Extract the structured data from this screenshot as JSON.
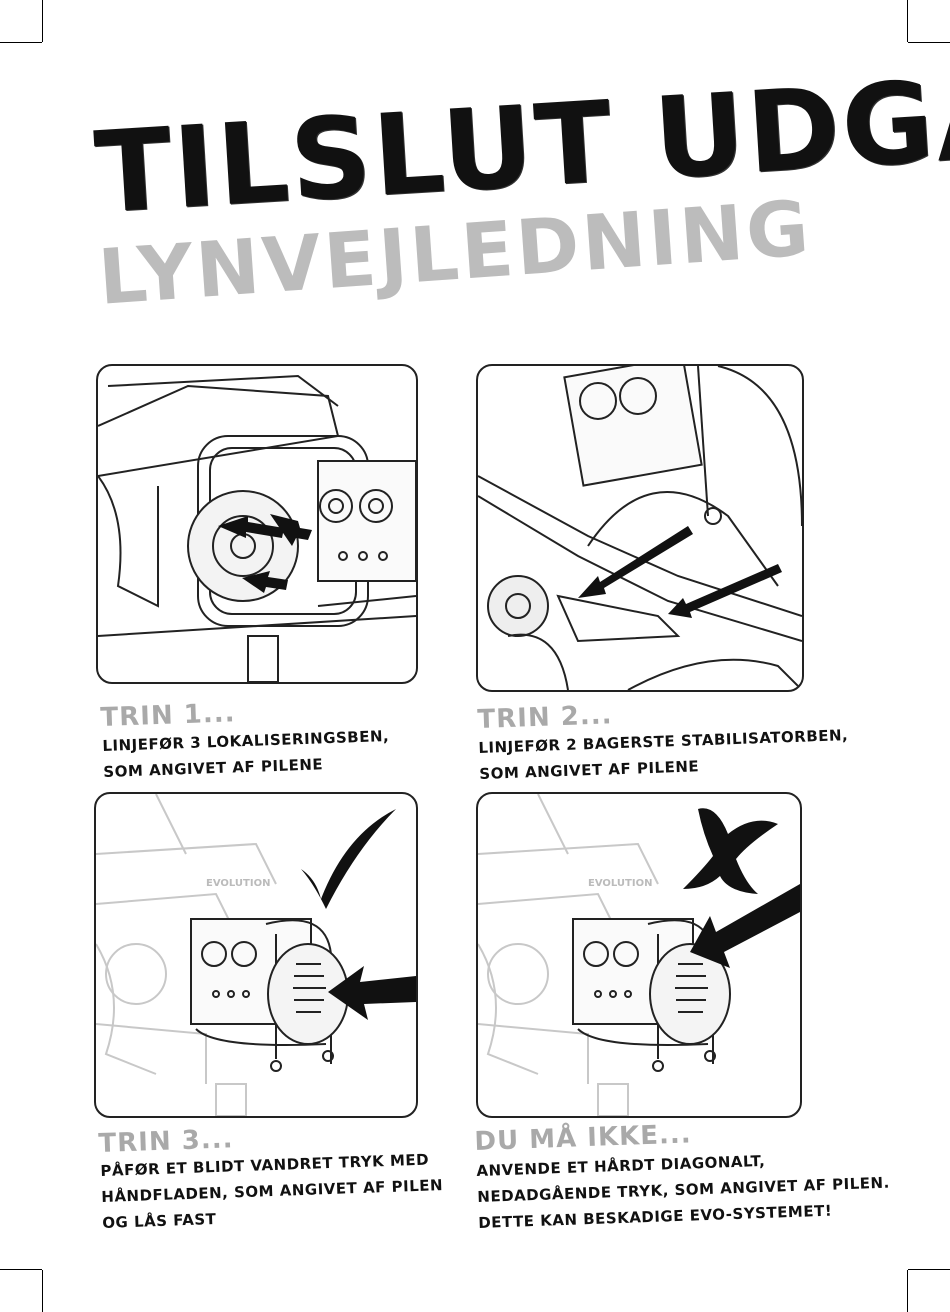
{
  "title": "TILSLUT UDGANG",
  "subtitle": "LYNVEJLEDNING",
  "steps": [
    {
      "heading": "TRIN 1...",
      "lines": [
        "LINJEFØR 3 LOKALISERINGSBEN,",
        "SOM ANGIVET AF PILENE"
      ]
    },
    {
      "heading": "TRIN 2...",
      "lines": [
        "LINJEFØR 2 BAGERSTE STABILISATORBEN,",
        "SOM ANGIVET AF PILENE"
      ]
    },
    {
      "heading": "TRIN 3...",
      "lines": [
        "PÅFØR ET BLIDT VANDRET TRYK MED",
        "HÅNDFLADEN, SOM ANGIVET AF PILEN",
        "OG LÅS FAST"
      ]
    },
    {
      "heading": "DU MÅ IKKE...",
      "lines": [
        "ANVENDE ET HÅRDT DIAGONALT,",
        "NEDADGÅENDE TRYK, SOM ANGIVET AF PILEN.",
        "DETTE KAN BESKADIGE EVO-SYSTEMET!"
      ]
    }
  ],
  "brand_logo": "EVOLUTION",
  "icons": {
    "check": "check-mark-icon",
    "cross": "cross-mark-icon"
  }
}
